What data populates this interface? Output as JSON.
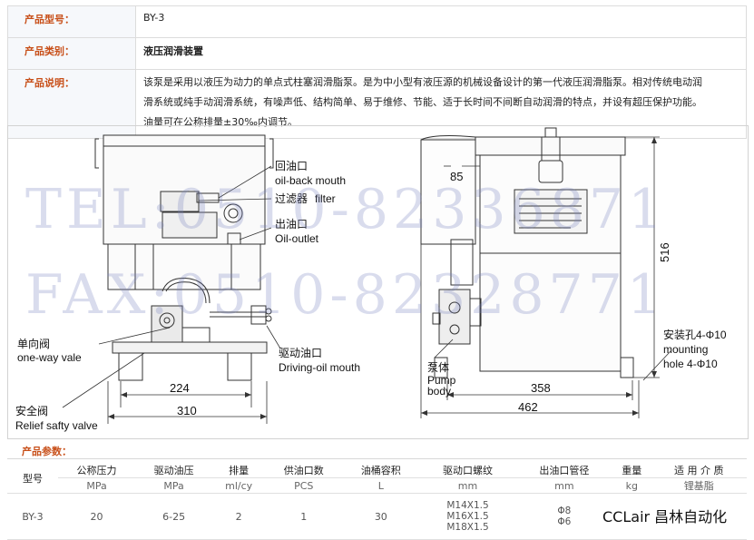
{
  "info": {
    "model_label": "产品型号：",
    "model_value": "BY-3",
    "category_label": "产品类别：",
    "category_value": "液压润滑装置",
    "desc_label": "产品说明：",
    "desc_line1": "该泵是采用以液压为动力的单点式柱塞润滑脂泵。是为中小型有液压源的机械设备设计的第一代液压润滑脂泵。相对传统电动润",
    "desc_line2": "滑系统或纯手动润滑系统，有噪声低、结构简单、易于维修、节能、适于长时间不间断自动润滑的特点，并设有超压保护功能。",
    "desc_line3": "油量可在公称排量±30‰内调节。"
  },
  "drawing": {
    "watermark_tel": "TEL:0510-82336871",
    "watermark_fax": "FAX:0510-82328771",
    "labels": {
      "back_cn": "回油口",
      "back_en": "oil-back mouth",
      "filter_cn": "过滤器",
      "filter_en": "filter",
      "outlet_cn": "出油口",
      "outlet_en": "Oil-outlet",
      "oneway_cn": "单向阀",
      "oneway_en": "one-way vale",
      "relief_cn": "安全阀",
      "relief_en": "Relief safty valve",
      "driving_cn": "驱动油口",
      "driving_en": "Driving-oil mouth",
      "pump_cn": "泵体",
      "pump_en1": "Pump",
      "pump_en2": "body",
      "mount_cn": "安装孔4-Φ10",
      "mount_en1": "mounting",
      "mount_en2": "hole 4-Φ10"
    },
    "dims": {
      "d224": "224",
      "d310": "310",
      "d85": "85",
      "d516": "516",
      "d358": "358",
      "d462": "462"
    }
  },
  "params": {
    "title": "产品参数：",
    "headers": [
      {
        "name": "型号",
        "unit": ""
      },
      {
        "name": "公称压力",
        "unit": "MPa"
      },
      {
        "name": "驱动油压",
        "unit": "MPa"
      },
      {
        "name": "排量",
        "unit": "ml/cy"
      },
      {
        "name": "供油口数",
        "unit": "PCS"
      },
      {
        "name": "油桶容积",
        "unit": "L"
      },
      {
        "name": "驱动口螺纹",
        "unit": "mm"
      },
      {
        "name": "出油口管径",
        "unit": "mm"
      },
      {
        "name": "重量",
        "unit": "kg"
      },
      {
        "name": "适 用 介 质",
        "unit": "锂基脂"
      }
    ],
    "row": {
      "model": "BY-3",
      "pressure": "20",
      "drive": "6-25",
      "displacement": "2",
      "ports": "1",
      "volume": "30",
      "thread1": "M14X1.5",
      "thread2": "M16X1.5",
      "thread3": "M18X1.5",
      "pipe1": "Φ8",
      "pipe2": "Φ6"
    }
  },
  "brand": "CCLair 昌林自动化"
}
